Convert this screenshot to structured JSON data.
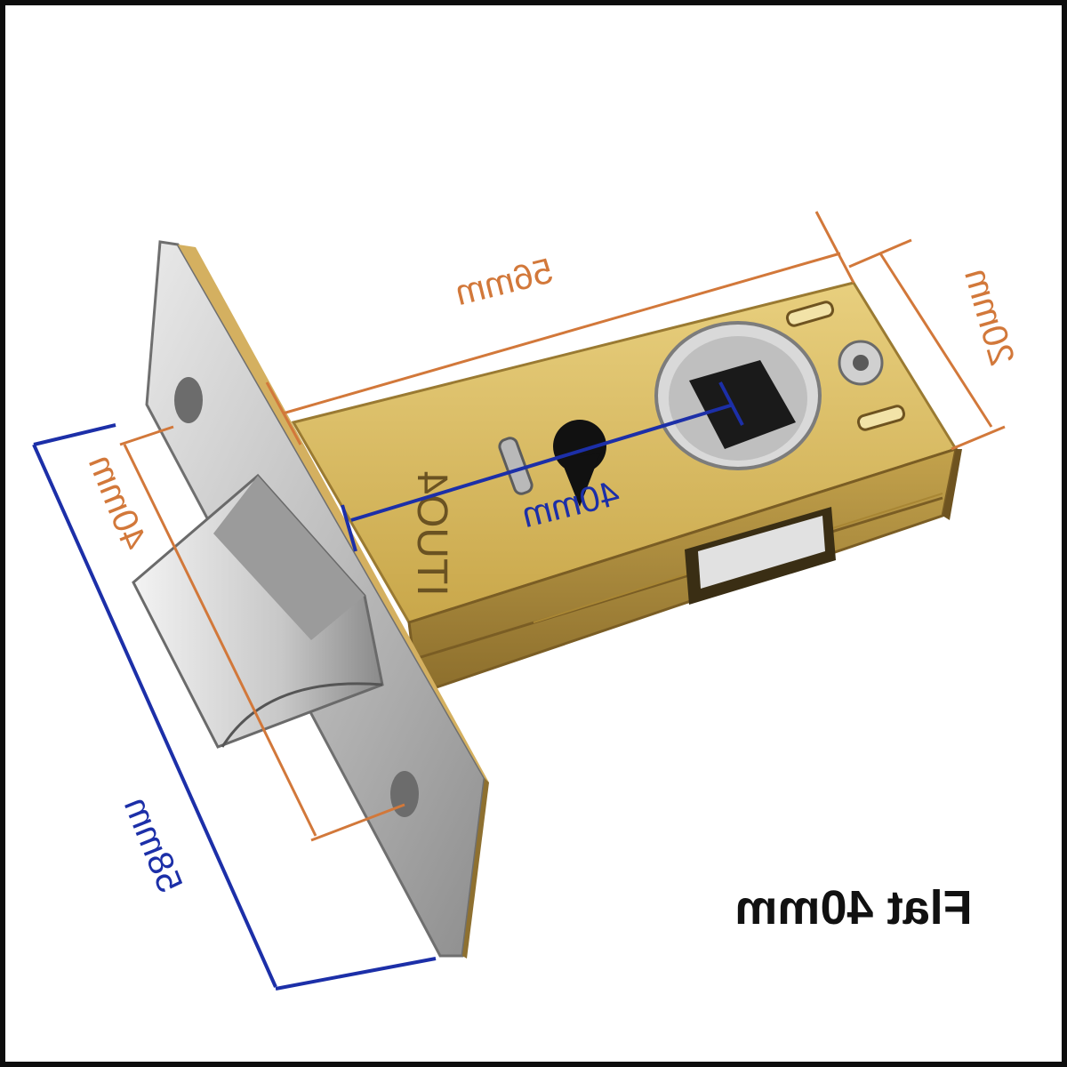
{
  "image": {
    "caption": "Flat 40mm",
    "stamp": "ITUO4",
    "dimensions": {
      "body_length": "56mm",
      "body_height": "20mm",
      "backset": "40mm",
      "faceplate_hole_spacing": "40mm",
      "faceplate_length": "58mm"
    },
    "colors": {
      "dimension_orange": "#d2783a",
      "dimension_blue": "#1c2fa8",
      "brass_body": "#c9a74a",
      "steel_plate": "#bcbcbc",
      "frame": "#0d0d0d"
    }
  }
}
